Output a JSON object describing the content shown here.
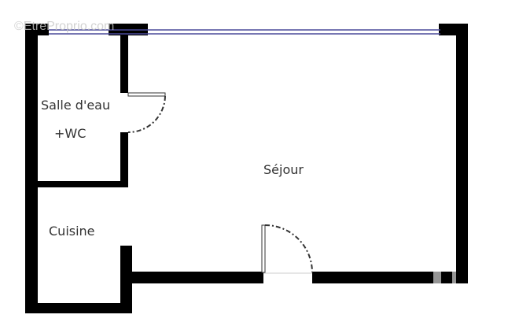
{
  "watermark": "©EtreProprio.com",
  "rooms": {
    "bathroom": "Salle d'eau",
    "bathroom_extra": "+WC",
    "living": "Séjour",
    "kitchen": "Cuisine"
  },
  "colors": {
    "wall": "#000000",
    "window": "#4a4a9a",
    "door": "#333333"
  }
}
